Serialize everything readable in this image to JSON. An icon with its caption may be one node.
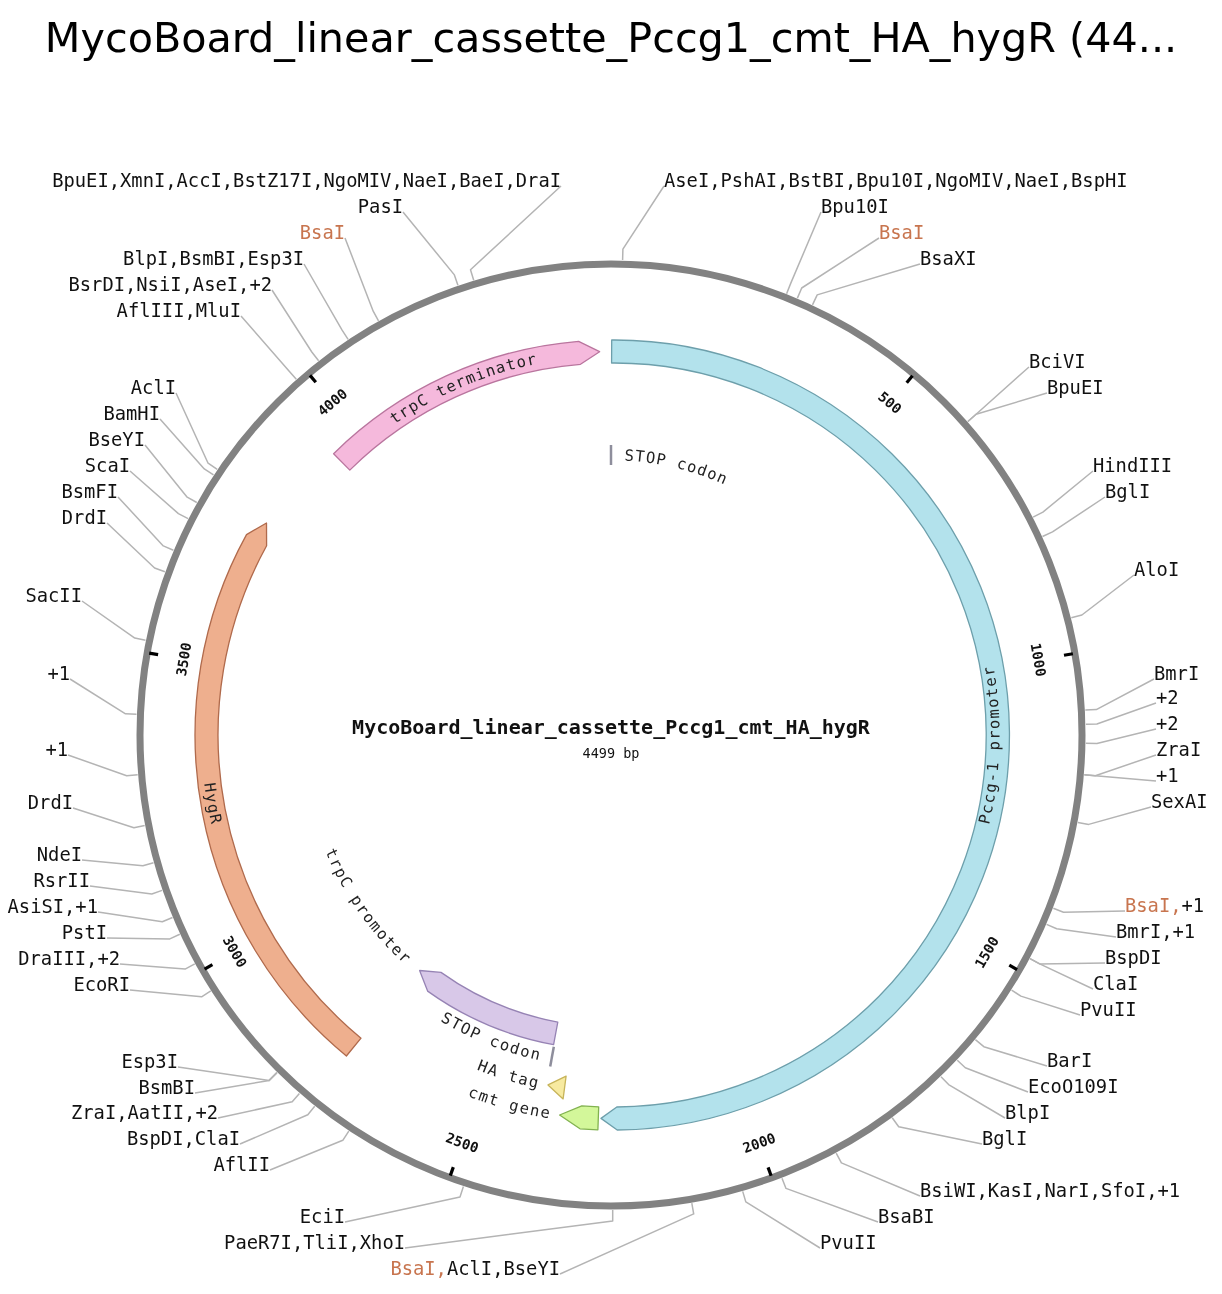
{
  "diagram": {
    "title": "MycoBoard_linear_cassette_Pccg1_cmt_HA_hygR (44...",
    "nodes": [
      {
        "text": [
          "BpuEI,XmnI,AccI,BstZ17I,NgoMIV,NaeI,BaeI,DraI"
        ]
      },
      {
        "text": [
          "AseI,PshAI,BstBI,Bpu10I,NgoMIV,NaeI,BspHI"
        ]
      },
      {
        "text": [
          "PasI"
        ]
      },
      {
        "text": [
          "Bpu10I"
        ]
      },
      {
        "text": [
          "BsaI"
        ]
      },
      {
        "text": [
          "BsaI"
        ]
      },
      {
        "text": [
          "BlpI,BsmBI,Esp3I"
        ]
      },
      {
        "text": [
          "BsaXI"
        ]
      },
      {
        "text": [
          "BsrDI,NsiI,AseI,+2"
        ]
      },
      {
        "text": [
          "AflIII,MluI"
        ]
      },
      {
        "text": [
          "BciVI"
        ]
      },
      {
        "text": [
          "AclI"
        ]
      },
      {
        "text": [
          "trpC terminator"
        ]
      },
      {
        "text": [
          "BpuEI"
        ]
      },
      {
        "text": [
          "BamHI"
        ]
      },
      {
        "text": [
          "BseYI"
        ]
      },
      {
        "text": [
          "STOP codon"
        ]
      },
      {
        "text": [
          "ScaI"
        ]
      },
      {
        "text": [
          "HindIII"
        ]
      },
      {
        "text": [
          "BsmFI"
        ]
      },
      {
        "text": [
          "BglI"
        ]
      },
      {
        "text": [
          "DrdI"
        ]
      },
      {
        "text": [
          "AloI"
        ]
      },
      {
        "text": [
          "SacII"
        ]
      },
      {
        "text": [
          "+1"
        ]
      },
      {
        "text": [
          "BmrI"
        ]
      },
      {
        "text": [
          "+2"
        ]
      },
      {
        "text": [
          "+2"
        ]
      },
      {
        "text": [
          "Pccg-1 promoter"
        ]
      },
      {
        "text": [
          "+1"
        ]
      },
      {
        "text": [
          "ZraI"
        ]
      },
      {
        "text": [
          "+1"
        ]
      },
      {
        "text": [
          "SexAI"
        ]
      },
      {
        "text": [
          "DrdI"
        ]
      },
      {
        "text": [
          "HygR"
        ]
      },
      {
        "text": [
          "NdeI"
        ]
      },
      {
        "text": [
          "RsrII"
        ]
      },
      {
        "text": [
          "AsiSI,+1"
        ]
      },
      {
        "text": [
          "trpC promoter"
        ]
      },
      {
        "text": [
          "BsaI,+1"
        ]
      },
      {
        "text": [
          "PstI"
        ]
      },
      {
        "text": [
          "BmrI,+1"
        ]
      },
      {
        "text": [
          "DraIII,+2"
        ]
      },
      {
        "text": [
          "BspDI"
        ]
      },
      {
        "text": [
          "EcoRI"
        ]
      },
      {
        "text": [
          "ClaI"
        ]
      },
      {
        "text": [
          "PvuII"
        ]
      },
      {
        "text": [
          "STOP codon"
        ]
      },
      {
        "text": [
          "Esp3I"
        ]
      },
      {
        "text": [
          "BarI"
        ]
      },
      {
        "text": [
          "HA tag"
        ]
      },
      {
        "text": [
          "BsmBI"
        ]
      },
      {
        "text": [
          "EcoO109I"
        ]
      },
      {
        "text": [
          "cmt gene"
        ]
      },
      {
        "text": [
          "ZraI,AatII,+2"
        ]
      },
      {
        "text": [
          "BlpI"
        ]
      },
      {
        "text": [
          "BspDI,ClaI"
        ]
      },
      {
        "text": [
          "BglI"
        ]
      },
      {
        "text": [
          "AflII"
        ]
      },
      {
        "text": [
          "BsiWI,KasI,NarI,SfoI,+1"
        ]
      },
      {
        "text": [
          "EciI"
        ]
      },
      {
        "text": [
          "BsaBI"
        ]
      },
      {
        "text": [
          "PaeR7I,TliI,XhoI"
        ]
      },
      {
        "text": [
          "PvuII"
        ]
      },
      {
        "text": [
          "BsaI,AclI,BseYI"
        ]
      }
    ],
    "edges": [
      {
        "from": 0,
        "to": null,
        "arrow": "none"
      },
      {
        "from": 1,
        "to": null,
        "arrow": "none"
      },
      {
        "from": 2,
        "to": null,
        "arrow": "none"
      },
      {
        "from": 3,
        "to": null,
        "arrow": "none"
      },
      {
        "from": 4,
        "to": null,
        "arrow": "none"
      },
      {
        "from": 5,
        "to": null,
        "arrow": "none"
      },
      {
        "from": 6,
        "to": null,
        "arrow": "none"
      },
      {
        "from": 7,
        "to": null,
        "arrow": "none"
      },
      {
        "from": 8,
        "to": null,
        "arrow": "none"
      },
      {
        "from": 9,
        "to": null,
        "arrow": "none"
      },
      {
        "from": 10,
        "to": null,
        "arrow": "none"
      },
      {
        "from": 11,
        "to": null,
        "arrow": "none"
      },
      {
        "from": 13,
        "to": null,
        "arrow": "none"
      },
      {
        "from": 14,
        "to": null,
        "arrow": "none"
      },
      {
        "from": 15,
        "to": null,
        "arrow": "none"
      },
      {
        "from": 17,
        "to": null,
        "arrow": "none"
      },
      {
        "from": 18,
        "to": null,
        "arrow": "none"
      },
      {
        "from": 19,
        "to": null,
        "arrow": "none"
      },
      {
        "from": 20,
        "to": null,
        "arrow": "none"
      },
      {
        "from": 21,
        "to": null,
        "arrow": "none"
      },
      {
        "from": 22,
        "to": null,
        "arrow": "none"
      },
      {
        "from": 23,
        "to": null,
        "arrow": "none"
      },
      {
        "from": 24,
        "to": null,
        "arrow": "none"
      },
      {
        "from": 25,
        "to": null,
        "arrow": "none"
      },
      {
        "from": 26,
        "to": null,
        "arrow": "none"
      },
      {
        "from": 27,
        "to": null,
        "arrow": "none"
      },
      {
        "from": 29,
        "to": null,
        "arrow": "none"
      },
      {
        "from": 30,
        "to": null,
        "arrow": "none"
      },
      {
        "from": 31,
        "to": null,
        "arrow": "none"
      },
      {
        "from": 32,
        "to": null,
        "arrow": "none"
      },
      {
        "from": 33,
        "to": null,
        "arrow": "none"
      },
      {
        "from": 35,
        "to": null,
        "arrow": "none"
      },
      {
        "from": 36,
        "to": null,
        "arrow": "none"
      },
      {
        "from": 37,
        "to": null,
        "arrow": "none"
      },
      {
        "from": 39,
        "to": null,
        "arrow": "none"
      },
      {
        "from": 40,
        "to": null,
        "arrow": "none"
      },
      {
        "from": 41,
        "to": null,
        "arrow": "none"
      },
      {
        "from": 42,
        "to": null,
        "arrow": "none"
      },
      {
        "from": 43,
        "to": null,
        "arrow": "none"
      },
      {
        "from": 44,
        "to": null,
        "arrow": "none"
      },
      {
        "from": 45,
        "to": null,
        "arrow": "none"
      },
      {
        "from": 46,
        "to": null,
        "arrow": "none"
      },
      {
        "from": 48,
        "to": null,
        "arrow": "none"
      },
      {
        "from": 49,
        "to": null,
        "arrow": "none"
      },
      {
        "from": 51,
        "to": null,
        "arrow": "none"
      },
      {
        "from": 52,
        "to": null,
        "arrow": "none"
      },
      {
        "from": 54,
        "to": null,
        "arrow": "none"
      },
      {
        "from": 55,
        "to": null,
        "arrow": "none"
      },
      {
        "from": 56,
        "to": null,
        "arrow": "none"
      },
      {
        "from": 57,
        "to": null,
        "arrow": "none"
      },
      {
        "from": 58,
        "to": null,
        "arrow": "none"
      },
      {
        "from": 59,
        "to": null,
        "arrow": "none"
      },
      {
        "from": 60,
        "to": null,
        "arrow": "none"
      },
      {
        "from": 61,
        "to": null,
        "arrow": "none"
      },
      {
        "from": 62,
        "to": null,
        "arrow": "none"
      },
      {
        "from": 63,
        "to": null,
        "arrow": "none"
      },
      {
        "from": 64,
        "to": null,
        "arrow": "none"
      }
    ],
    "labels": [
      "4000",
      "500",
      "3500",
      "1000",
      "MycoBoard_linear_cassette_Pccg1_cmt_HA_hygR",
      "4499 bp",
      "3000",
      "1500",
      "2500",
      "2000"
    ]
  }
}
